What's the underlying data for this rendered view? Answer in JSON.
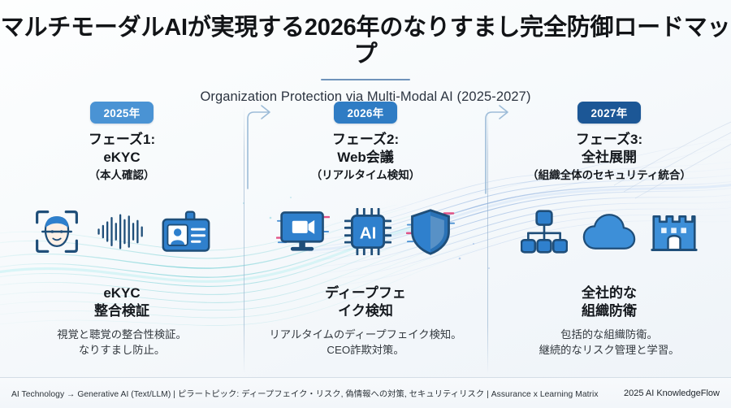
{
  "header": {
    "title": "マルチモーダルAIが実現する2026年のなりすまし完全防御ロードマップ",
    "subtitle": "Organization Protection via Multi-Modal AI (2025-2027)"
  },
  "colors": {
    "badge_2025": "#4a93d4",
    "badge_2026": "#2f7cc4",
    "badge_2027": "#1c5796",
    "icon_dark": "#1f4e79",
    "icon_mid": "#2f80cd",
    "icon_light": "#7fb6e8",
    "wave_teal": "#58c6cb",
    "wave_blue": "#6f9fd8",
    "glitch_pink": "#e0427a",
    "title_rule": "#6f93bb"
  },
  "phases": [
    {
      "badge": "2025年",
      "name_line1": "フェーズ1:",
      "name_line2": "eKYC",
      "sub": "（本人確認）",
      "icons": [
        "face-scan-icon",
        "voice-waveform-icon",
        "id-card-icon"
      ],
      "outcome_line1": "eKYC",
      "outcome_line2": "整合検証",
      "desc_line1": "視覚と聴覚の整合性検証。",
      "desc_line2": "なりすまし防止。"
    },
    {
      "badge": "2026年",
      "name_line1": "フェーズ2:",
      "name_line2": "Web会議",
      "sub": "（リアルタイム検知）",
      "icons": [
        "video-monitor-icon",
        "ai-chip-icon",
        "shield-icon"
      ],
      "outcome_line1": "ディープフェ",
      "outcome_line2": "イク検知",
      "desc_line1": "リアルタイムのディープフェイク検知。",
      "desc_line2": "CEO詐欺対策。"
    },
    {
      "badge": "2027年",
      "name_line1": "フェーズ3:",
      "name_line2": "全社展開",
      "sub": "（組織全体のセキュリティ統合）",
      "icons": [
        "org-chart-icon",
        "cloud-icon",
        "castle-icon"
      ],
      "outcome_line1": "全社的な",
      "outcome_line2": "組織防衛",
      "desc_line1": "包括的な組織防衛。",
      "desc_line2": "継続的なリスク管理と学習。"
    }
  ],
  "footer": {
    "left": "AI Technology → Generative AI (Text/LLM) | ピラートピック: ディープフェイク・リスク, 偽情報への対策, セキュリティリスク | Assurance x Learning Matrix",
    "right": "2025 AI KnowledgeFlow"
  }
}
